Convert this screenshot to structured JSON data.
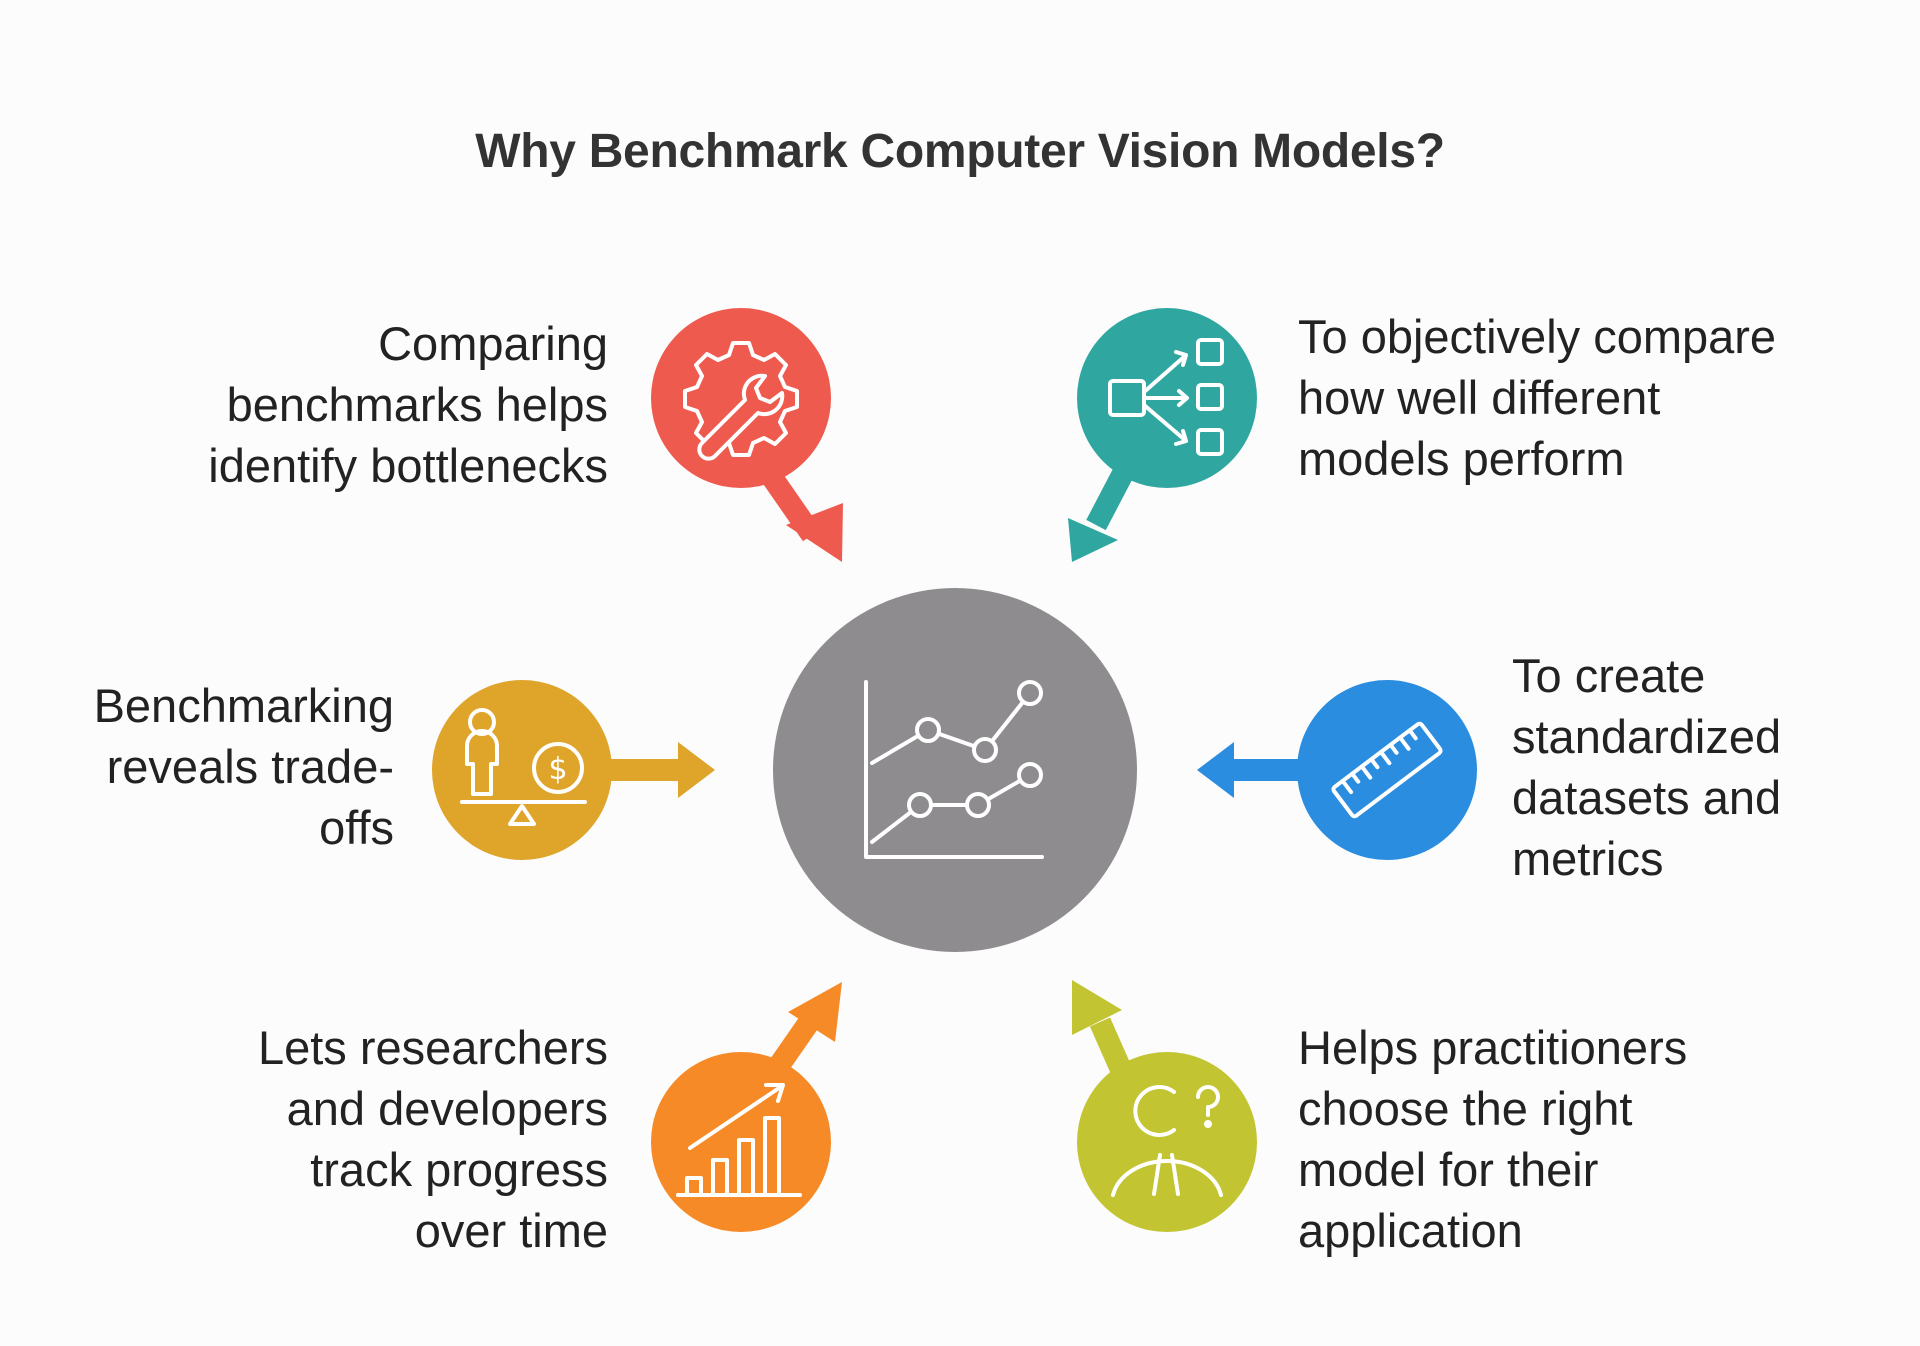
{
  "title": "Why Benchmark Computer Vision Models?",
  "center": {
    "icon": "line-chart-icon",
    "color": "#8e8c8f"
  },
  "items": [
    {
      "id": "bottlenecks",
      "lines": [
        "Comparing",
        "benchmarks helps",
        "identify bottlenecks"
      ],
      "icon": "gear-wrench-icon",
      "color": "#ef5a4f"
    },
    {
      "id": "compare",
      "lines": [
        "To objectively compare",
        "how well different",
        "models perform"
      ],
      "icon": "flow-distribution-icon",
      "color": "#2fa7a0"
    },
    {
      "id": "tradeoffs",
      "lines": [
        "Benchmarking",
        "reveals trade-",
        "offs"
      ],
      "icon": "person-money-balance-icon",
      "color": "#dfa42a"
    },
    {
      "id": "standardized",
      "lines": [
        "To create",
        "standardized",
        "datasets and",
        "metrics"
      ],
      "icon": "ruler-icon",
      "color": "#2b8de0"
    },
    {
      "id": "progress",
      "lines": [
        "Lets researchers",
        "and developers",
        "track progress",
        "over time"
      ],
      "icon": "growth-bars-icon",
      "color": "#f68a26"
    },
    {
      "id": "choose",
      "lines": [
        "Helps practitioners",
        "choose the right",
        "model for their",
        "application"
      ],
      "icon": "person-question-icon",
      "color": "#c2c431"
    }
  ]
}
